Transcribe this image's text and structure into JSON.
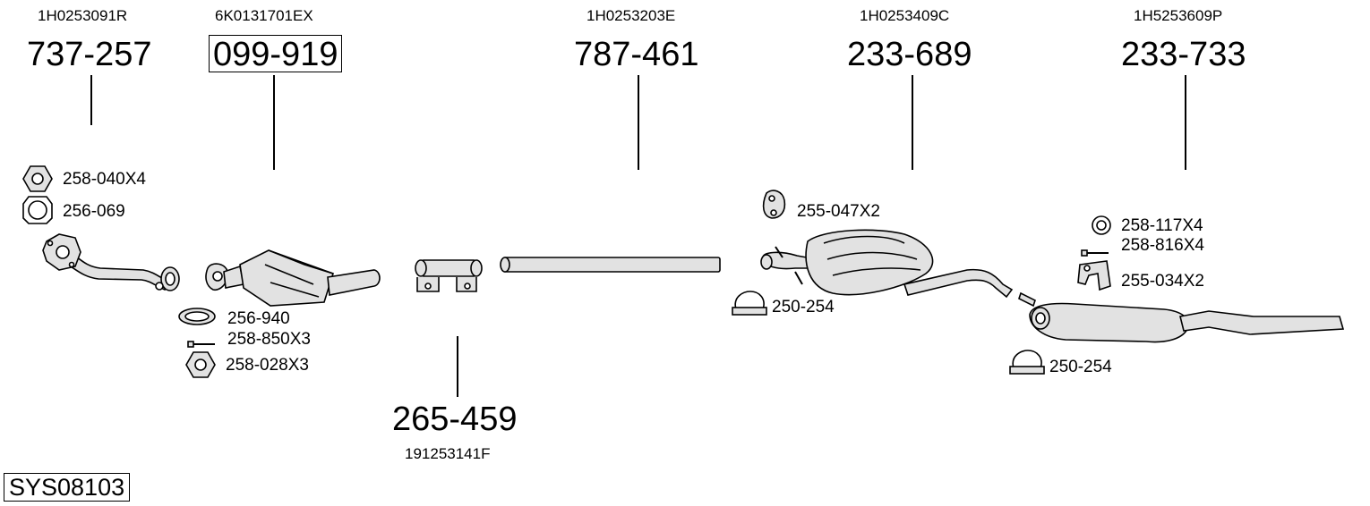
{
  "system_code": "SYS08103",
  "parts": [
    {
      "oem": "1H0253091R",
      "number": "737-257",
      "boxed": false
    },
    {
      "oem": "6K0131701EX",
      "number": "099-919",
      "boxed": true
    },
    {
      "oem": "1H0253203E",
      "number": "787-461",
      "boxed": false
    },
    {
      "oem": "1H0253409C",
      "number": "233-689",
      "boxed": false
    },
    {
      "oem": "1H5253609P",
      "number": "233-733",
      "boxed": false
    },
    {
      "oem": "191253141F",
      "number": "265-459",
      "boxed": false
    }
  ],
  "accessories": [
    {
      "label": "258-040X4",
      "icon": "hex-nut-icon"
    },
    {
      "label": "256-069",
      "icon": "flange-gasket-icon"
    },
    {
      "label": "256-940",
      "icon": "ring-gasket-icon"
    },
    {
      "label": "258-850X3",
      "icon": "bolt-icon"
    },
    {
      "label": "258-028X3",
      "icon": "hex-nut-icon"
    },
    {
      "label": "255-047X2",
      "icon": "rubber-hanger-icon"
    },
    {
      "label": "250-254",
      "icon": "pipe-clamp-icon"
    },
    {
      "label": "258-117X4",
      "icon": "washer-icon"
    },
    {
      "label": "258-816X4",
      "icon": "bolt-icon"
    },
    {
      "label": "255-034X2",
      "icon": "bracket-hanger-icon"
    },
    {
      "label": "250-254",
      "icon": "pipe-clamp-icon"
    }
  ]
}
